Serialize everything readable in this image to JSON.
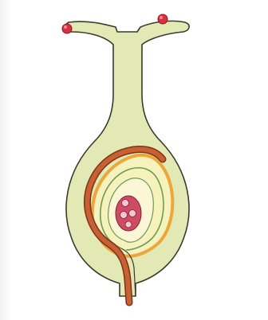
{
  "colors": {
    "background": "#ffffff",
    "pistil_fill": "#e3e9b4",
    "pistil_outline": "#3b3a2c",
    "pollen_grain": "#d8303e",
    "pollen_tube": "#c9602f",
    "pollen_tube_edge": "#7a3320",
    "ovule_fill": "#f6f2bd",
    "outer_integument": "#eda63a",
    "inner_integument": "#6f9a54",
    "embryo_sac_fill": "#fbf6d6",
    "egg_apparatus": "#cf4b63"
  },
  "parts": [
    "stigma",
    "style",
    "ovary",
    "pollen-grain",
    "pollen-tube",
    "ovule",
    "integuments",
    "embryo-sac",
    "egg-apparatus"
  ]
}
